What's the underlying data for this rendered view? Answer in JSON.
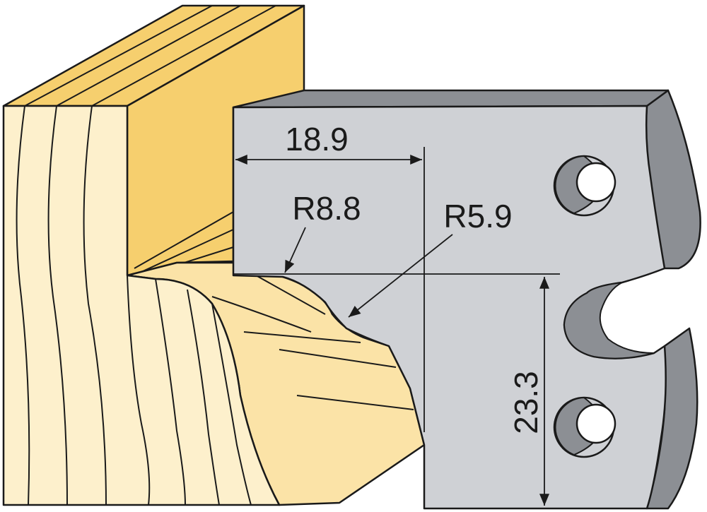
{
  "dimensions": {
    "width_top": "18.9",
    "radius_upper": "R8.8",
    "radius_lower": "R5.9",
    "height_right": "23.3"
  },
  "colors": {
    "wood_face": "#fbe3a7",
    "wood_light": "#fdf0cc",
    "wood_top": "#f6cf6e",
    "knife_face": "#cfd1d5",
    "knife_edge": "#8c8f94",
    "outline": "#1a1a1a"
  }
}
